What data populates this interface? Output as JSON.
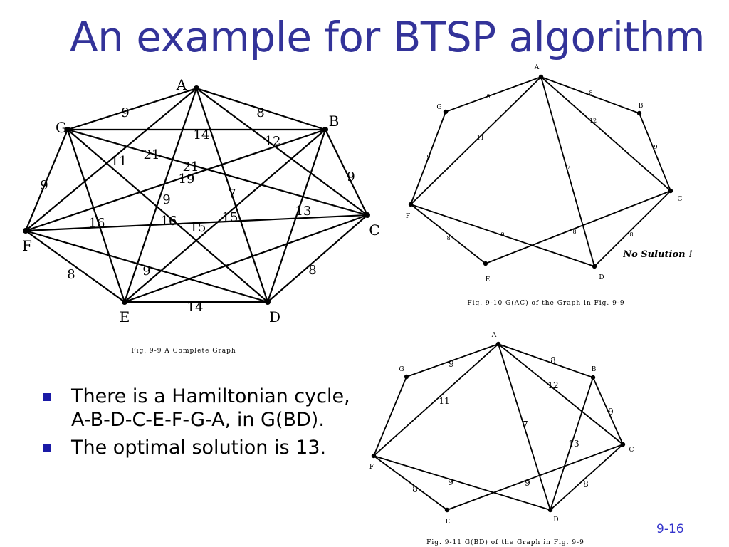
{
  "slide": {
    "title": "An example for BTSP algorithm",
    "bullets": [
      "There is a Hamiltonian cycle, A-B-D-C-E-F-G-A, in G(BD).",
      "The optimal solution is 13."
    ],
    "page_number": "9-16"
  },
  "colors": {
    "title": "#333399",
    "bullet": "#1a1aa6",
    "page_number": "#3333cc"
  },
  "graphs": [
    {
      "id": "complete",
      "caption": "Fig. 9-9  A Complete Graph",
      "vertices": [
        "A",
        "B",
        "C",
        "D",
        "E",
        "F",
        "G"
      ],
      "edges": [
        {
          "u": "A",
          "v": "B",
          "w": "8"
        },
        {
          "u": "A",
          "v": "G",
          "w": "9"
        },
        {
          "u": "A",
          "v": "C",
          "w": "12"
        },
        {
          "u": "A",
          "v": "D",
          "w": "7"
        },
        {
          "u": "A",
          "v": "F",
          "w": "21"
        },
        {
          "u": "A",
          "v": "E",
          "w": "19"
        },
        {
          "u": "G",
          "v": "B",
          "w": "14"
        },
        {
          "u": "G",
          "v": "F",
          "w": "9"
        },
        {
          "u": "G",
          "v": "C",
          "w": "21"
        },
        {
          "u": "G",
          "v": "D",
          "w": "11"
        },
        {
          "u": "G",
          "v": "E",
          "w": "16"
        },
        {
          "u": "B",
          "v": "C",
          "w": "9"
        },
        {
          "u": "B",
          "v": "F",
          "w": "9"
        },
        {
          "u": "B",
          "v": "E",
          "w": "16"
        },
        {
          "u": "B",
          "v": "D",
          "w": "15"
        },
        {
          "u": "F",
          "v": "C",
          "w": "15"
        },
        {
          "u": "F",
          "v": "E",
          "w": "8"
        },
        {
          "u": "F",
          "v": "D",
          "w": "9"
        },
        {
          "u": "C",
          "v": "E",
          "w": "13"
        },
        {
          "u": "C",
          "v": "D",
          "w": "8"
        },
        {
          "u": "E",
          "v": "D",
          "w": "14"
        }
      ]
    },
    {
      "id": "gac",
      "caption": "Fig. 9-10  G(AC) of the Graph in Fig. 9-9",
      "note": "No Sulution !",
      "vertices": [
        "A",
        "B",
        "C",
        "D",
        "E",
        "F",
        "G"
      ],
      "edges": [
        {
          "u": "A",
          "v": "G",
          "w": "9"
        },
        {
          "u": "A",
          "v": "B",
          "w": "8"
        },
        {
          "u": "A",
          "v": "F",
          "w": "11"
        },
        {
          "u": "A",
          "v": "D",
          "w": "7"
        },
        {
          "u": "A",
          "v": "C",
          "w": "12"
        },
        {
          "u": "B",
          "v": "C",
          "w": "9"
        },
        {
          "u": "G",
          "v": "F",
          "w": "9"
        },
        {
          "u": "F",
          "v": "E",
          "w": "8"
        },
        {
          "u": "F",
          "v": "D",
          "w": "9"
        },
        {
          "u": "E",
          "v": "C",
          "w": "8"
        },
        {
          "u": "C",
          "v": "D",
          "w": "8"
        }
      ]
    },
    {
      "id": "gbd",
      "caption": "Fig. 9-11  G(BD) of the Graph in Fig. 9-9",
      "vertices": [
        "A",
        "B",
        "C",
        "D",
        "E",
        "F",
        "G"
      ],
      "edges": [
        {
          "u": "A",
          "v": "G",
          "w": "9"
        },
        {
          "u": "A",
          "v": "B",
          "w": "8"
        },
        {
          "u": "A",
          "v": "C",
          "w": "12"
        },
        {
          "u": "A",
          "v": "F",
          "w": "11"
        },
        {
          "u": "A",
          "v": "D",
          "w": "7"
        },
        {
          "u": "B",
          "v": "C",
          "w": "9"
        },
        {
          "u": "B",
          "v": "D",
          "w": "13"
        },
        {
          "u": "G",
          "v": "F",
          "w": ""
        },
        {
          "u": "F",
          "v": "E",
          "w": "8"
        },
        {
          "u": "F",
          "v": "D",
          "w": "9"
        },
        {
          "u": "E",
          "v": "C",
          "w": "9"
        },
        {
          "u": "C",
          "v": "D",
          "w": "8"
        }
      ]
    }
  ]
}
